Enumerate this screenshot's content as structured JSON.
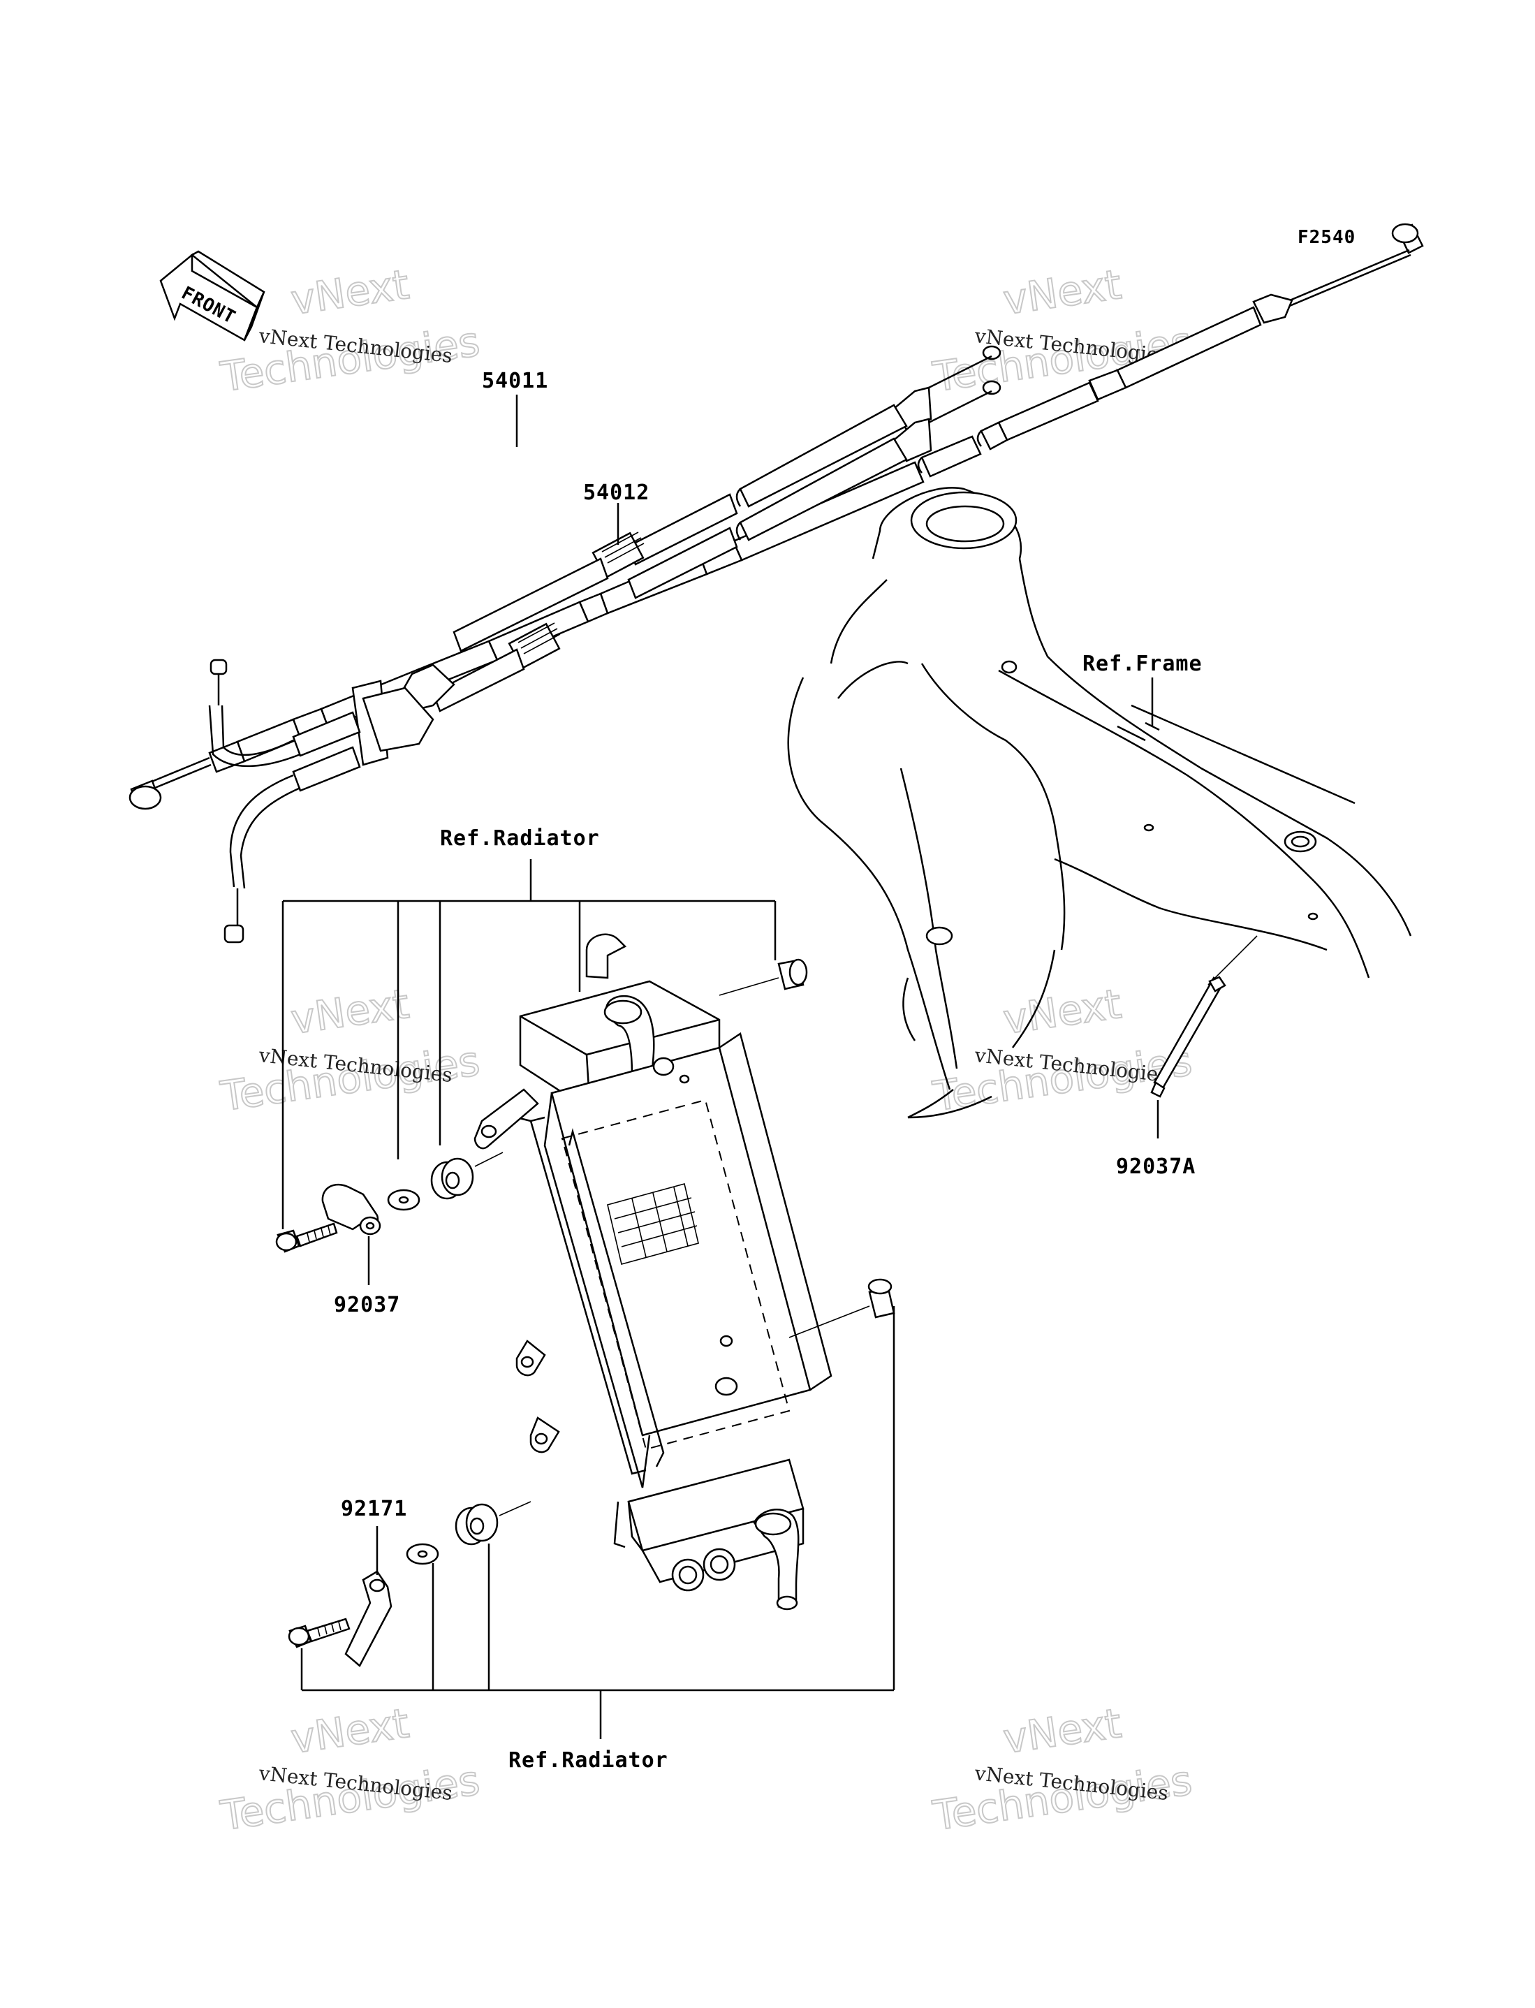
{
  "figure_code": "F2540",
  "front_arrow_label": "FRONT",
  "labels": {
    "cable_upper": "54011",
    "cable_lower": "54012",
    "ref_frame": "Ref.Frame",
    "ref_radiator_top": "Ref.Radiator",
    "ref_radiator_bottom": "Ref.Radiator",
    "clamp": "92037",
    "clamp_a": "92037A",
    "bracket": "92171"
  },
  "watermark": {
    "line1": "vNext Technologies",
    "big_a": "vNext",
    "big_b": "Technologies"
  }
}
